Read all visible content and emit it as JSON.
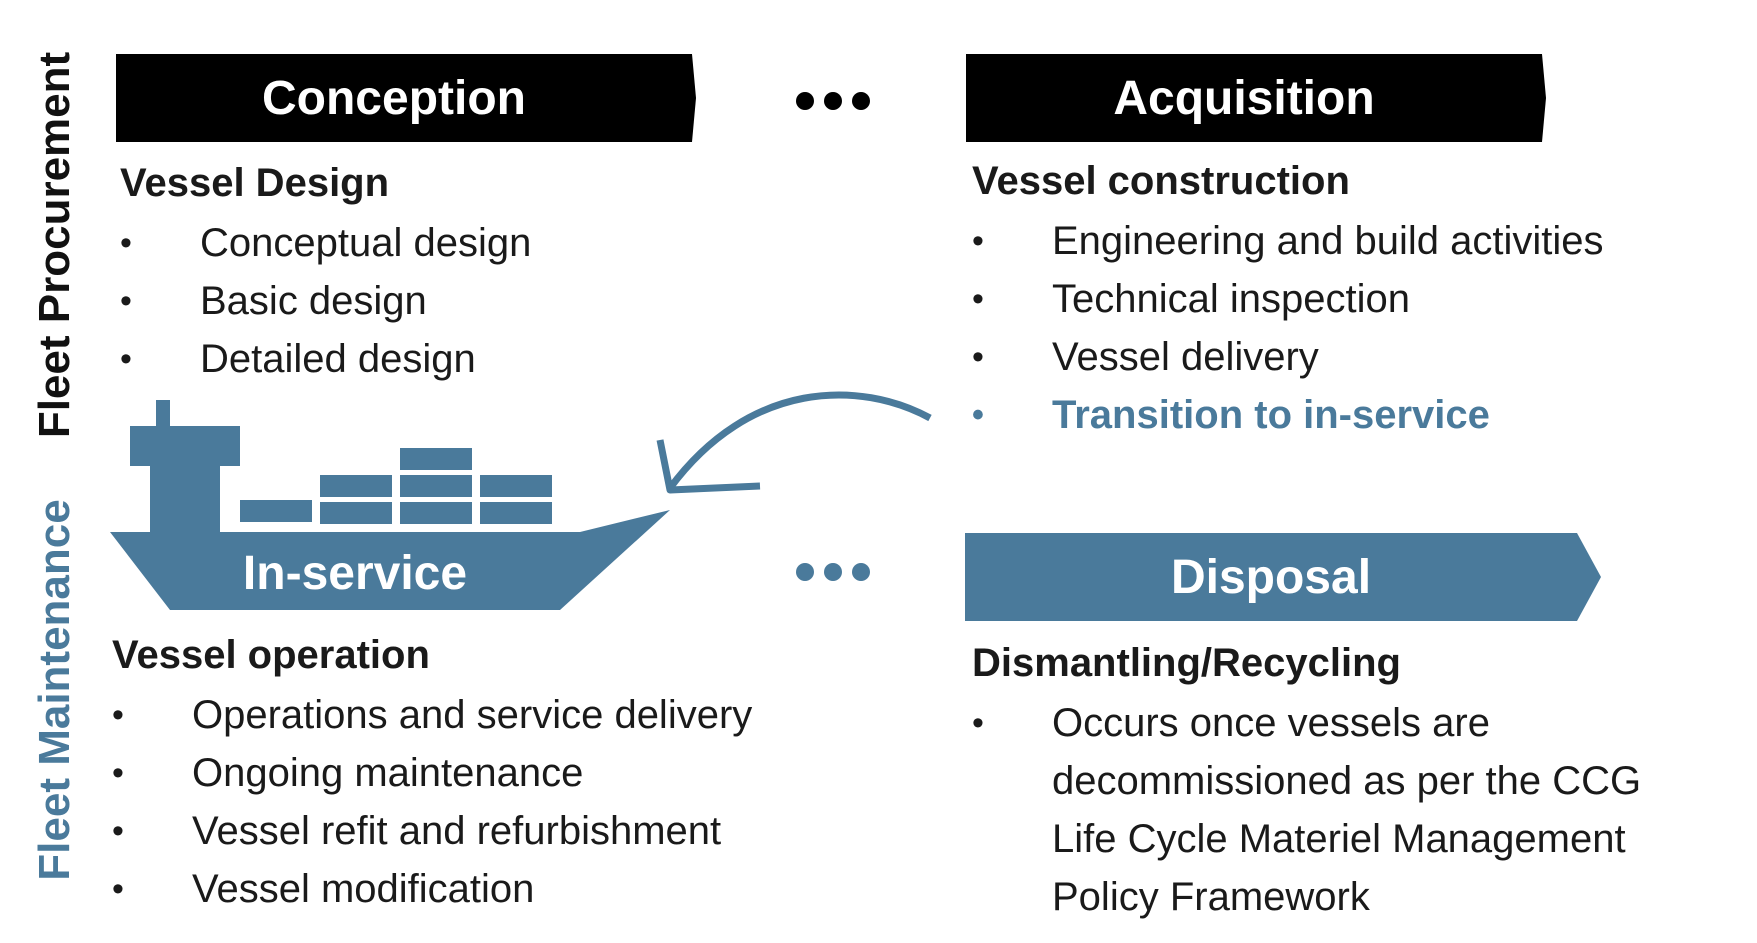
{
  "side_labels": {
    "top": "Fleet Procurement",
    "bottom": "Fleet Maintenance"
  },
  "banners": {
    "conception": "Conception",
    "acquisition": "Acquisition",
    "in_service": "In-service",
    "disposal": "Disposal"
  },
  "sections": {
    "design": {
      "title": "Vessel Design",
      "items": [
        "Conceptual design",
        "Basic design",
        "Detailed design"
      ]
    },
    "construction": {
      "title": "Vessel construction",
      "items": [
        "Engineering and build activities",
        "Technical inspection",
        "Vessel delivery",
        "Transition to in-service"
      ]
    },
    "operation": {
      "title": "Vessel operation",
      "items": [
        "Operations and service delivery",
        "Ongoing maintenance",
        "Vessel refit and refurbishment",
        "Vessel modification"
      ]
    },
    "disposal": {
      "title": "Dismantling/Recycling",
      "lines": [
        "Occurs once vessels are",
        "decommissioned as per the CCG",
        "Life Cycle Materiel Management",
        "Policy Framework"
      ]
    }
  },
  "colors": {
    "accent": "#4a7a9b",
    "dark": "#000000"
  }
}
